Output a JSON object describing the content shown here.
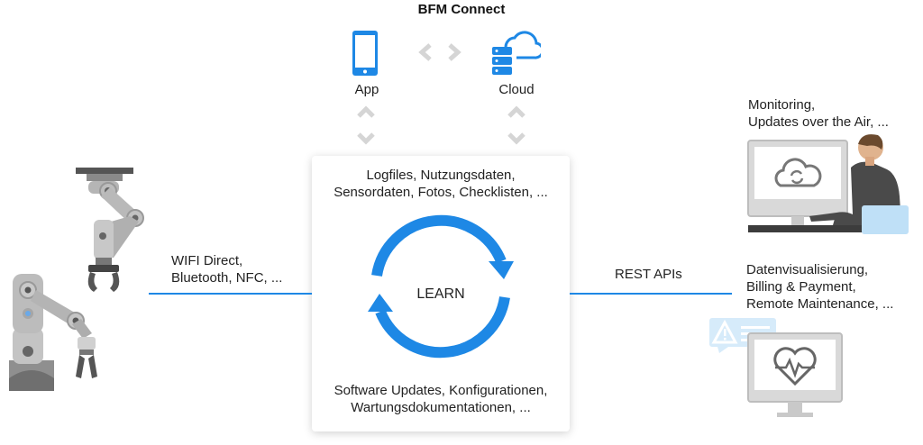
{
  "title": "BFM Connect",
  "app_label": "App",
  "cloud_label": "Cloud",
  "card": {
    "top_line1": "Logfiles, Nutzungsdaten,",
    "top_line2": "Sensordaten, Fotos, Checklisten, ...",
    "cycle_label": "LEARN",
    "bottom_line1": "Software Updates, Konfigurationen,",
    "bottom_line2": "Wartungsdokumentationen, ..."
  },
  "left_connection": {
    "line1": "WIFI Direct,",
    "line2": "Bluetooth, NFC, ..."
  },
  "right_connection": {
    "label": "REST APIs"
  },
  "monitoring": {
    "line1": "Monitoring,",
    "line2": "Updates over the Air, ..."
  },
  "datavis": {
    "line1": "Datenvisualisierung,",
    "line2": "Billing & Payment,",
    "line3": "Remote Maintenance, ..."
  },
  "colors": {
    "accent": "#1e88e5",
    "arrow_gray": "#d5d5d5",
    "machine_gray": "#a9a9a9",
    "dark": "#555555"
  }
}
